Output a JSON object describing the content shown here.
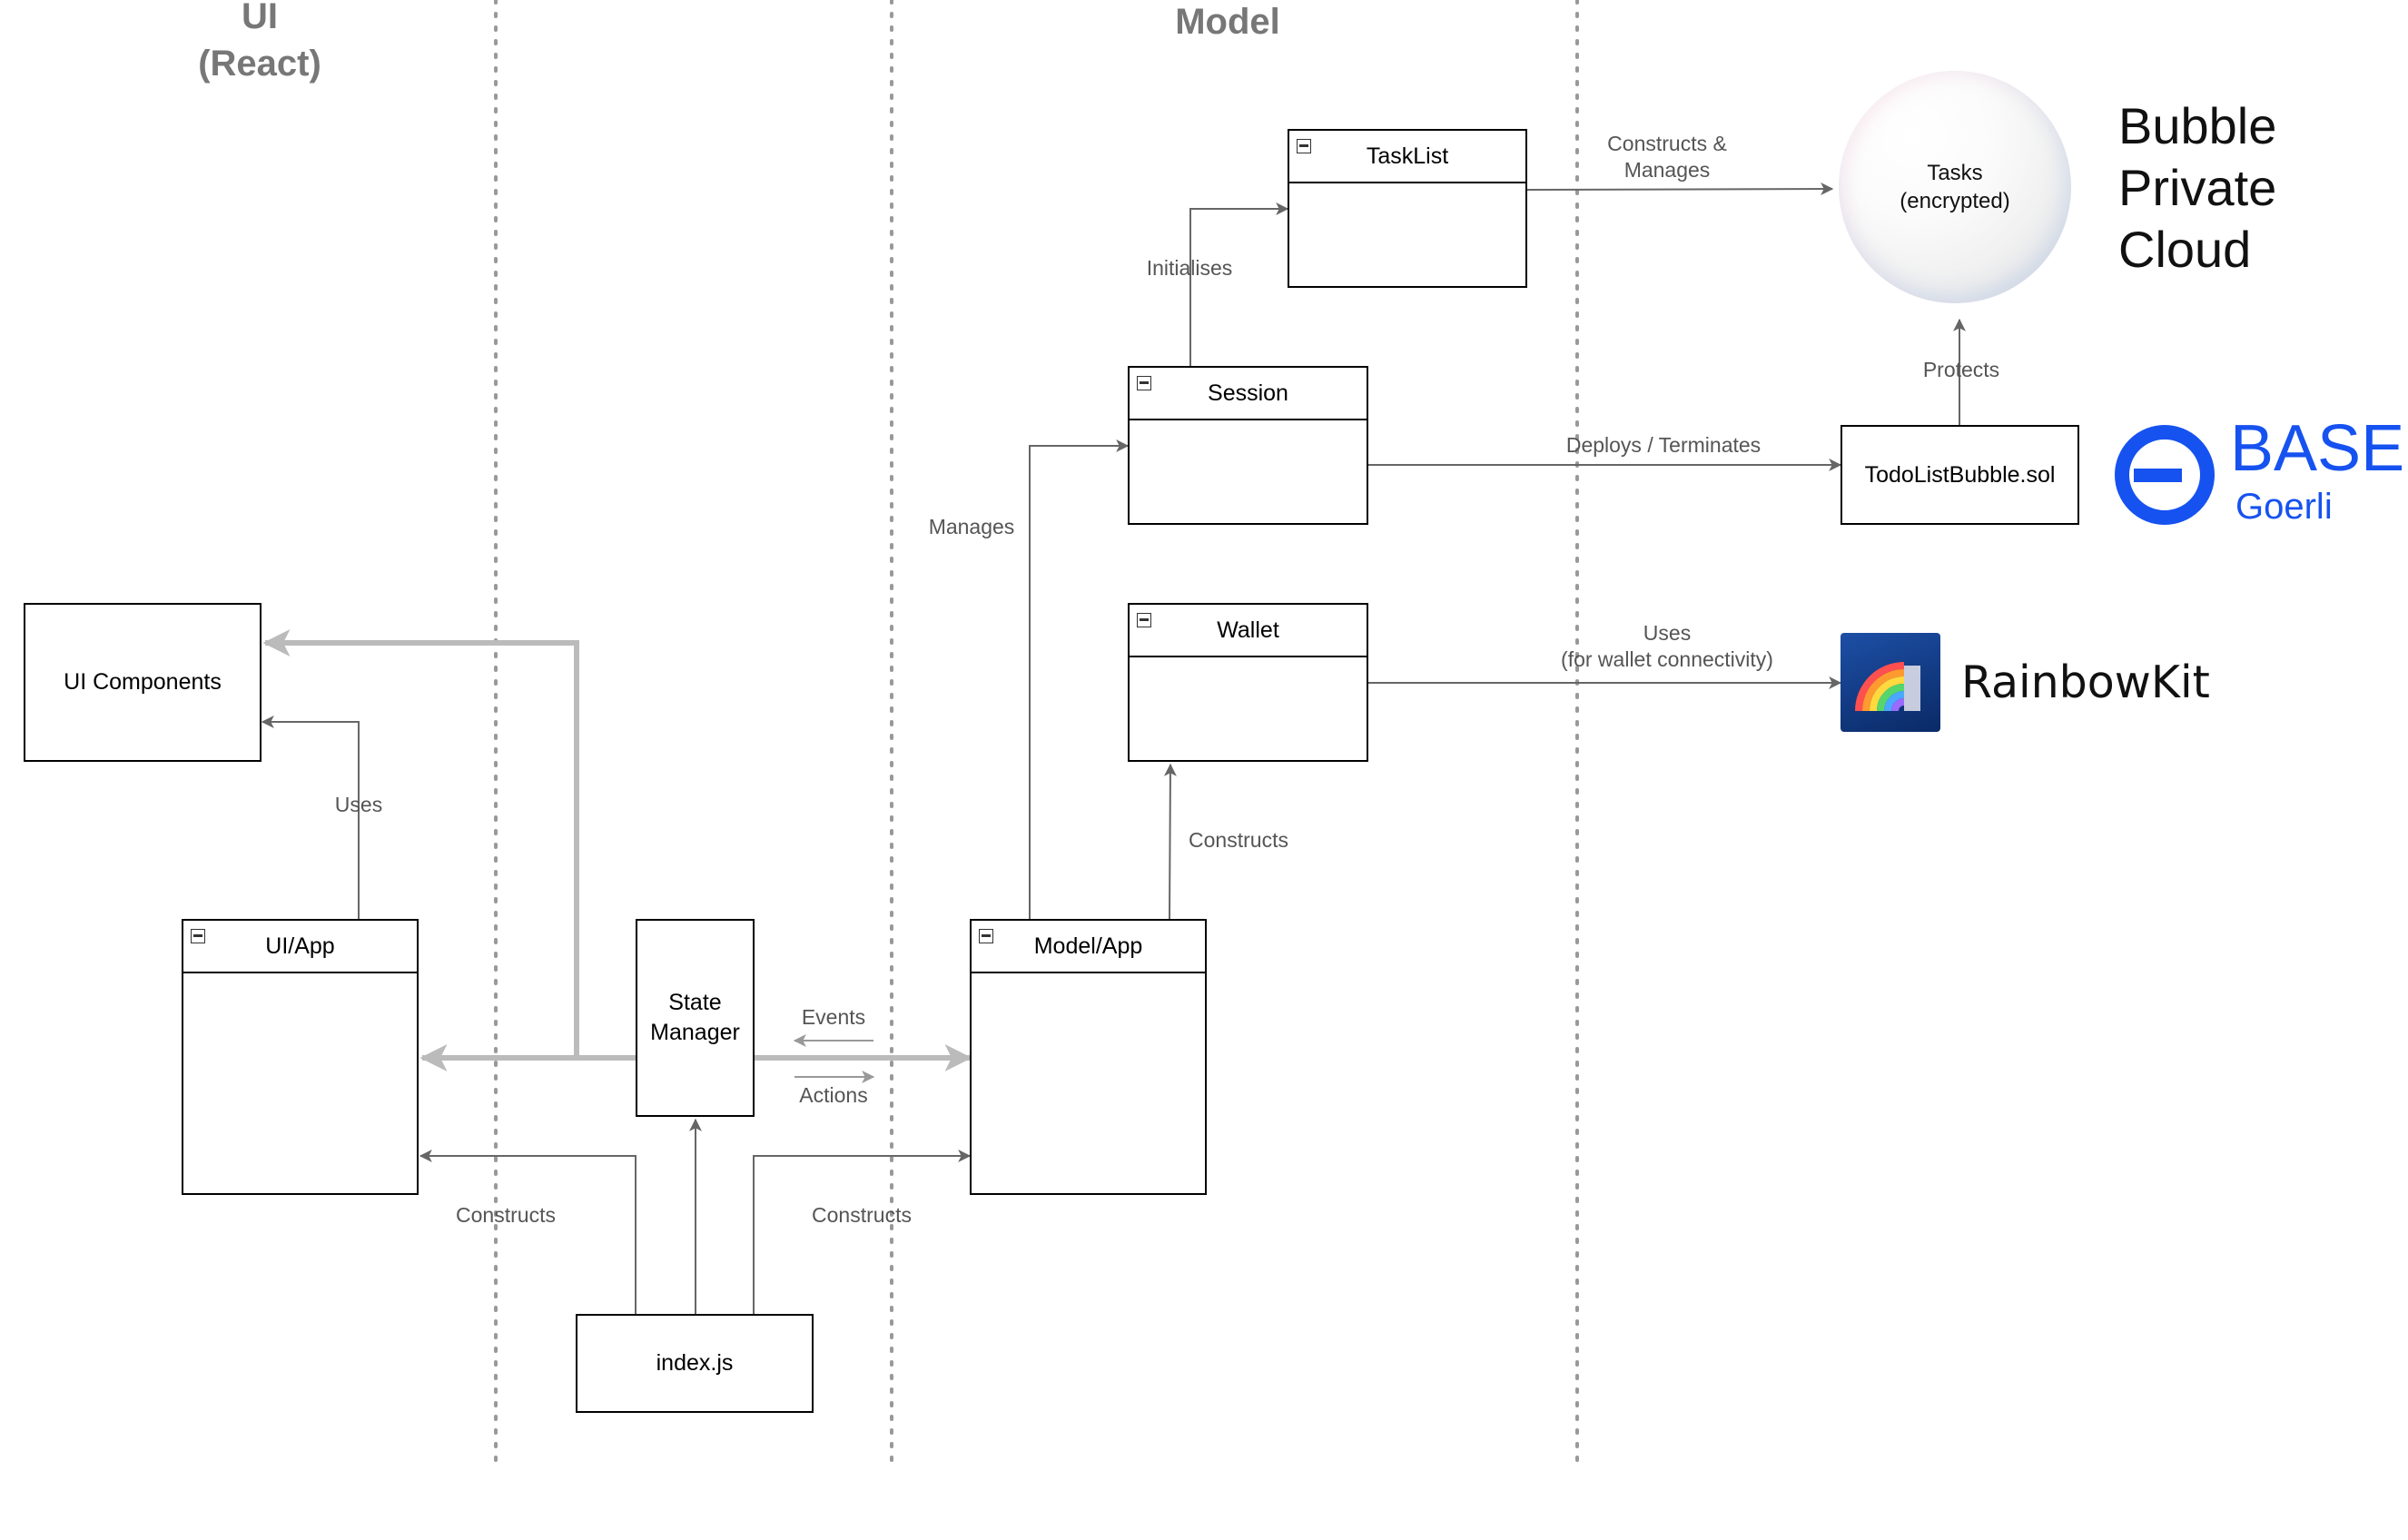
{
  "lanes": {
    "ui_title_line1": "UI",
    "ui_title_line2": "(React)",
    "model_title": "Model"
  },
  "boxes": {
    "ui_components": "UI Components",
    "ui_app": "UI/App",
    "state_manager_line1": "State",
    "state_manager_line2": "Manager",
    "index_js": "index.js",
    "model_app": "Model/App",
    "session": "Session",
    "tasklist": "TaskList",
    "wallet": "Wallet",
    "todolist_contract": "TodoListBubble.sol"
  },
  "edges": {
    "uses_ui_components": "Uses",
    "events": "Events",
    "actions": "Actions",
    "constructs_ui_app": "Constructs",
    "constructs_model_app": "Constructs",
    "manages_session": "Manages",
    "initialises_tasklist": "Initialises",
    "constructs_wallet": "Constructs",
    "constructs_manages_line1": "Constructs &",
    "constructs_manages_line2": "Manages",
    "deploys_terminates": "Deploys / Terminates",
    "protects": "Protects",
    "uses_wallet_line1": "Uses",
    "uses_wallet_line2": "(for wallet connectivity)"
  },
  "bubble": {
    "line1": "Tasks",
    "line2": "(encrypted)"
  },
  "external": {
    "bubble_cloud_line1": "Bubble",
    "bubble_cloud_line2": "Private",
    "bubble_cloud_line3": "Cloud",
    "base_title": "BASE",
    "base_network": "Goerli",
    "rainbowkit": "RainbowKit"
  },
  "colors": {
    "box_border": "#000000",
    "connector": "#666666",
    "state_connector": "#bbbbbb",
    "lane_divider": "#999999",
    "lane_title": "#777777",
    "edge_label": "#555555",
    "base_blue": "#1652f0",
    "rainbowkit_tile": "#0e3a86"
  },
  "icons": {
    "base": "base-logo-icon",
    "rainbowkit": "rainbow-icon",
    "bubble": "bubble-sphere-icon",
    "collapse": "collapse-toggle-icon"
  }
}
